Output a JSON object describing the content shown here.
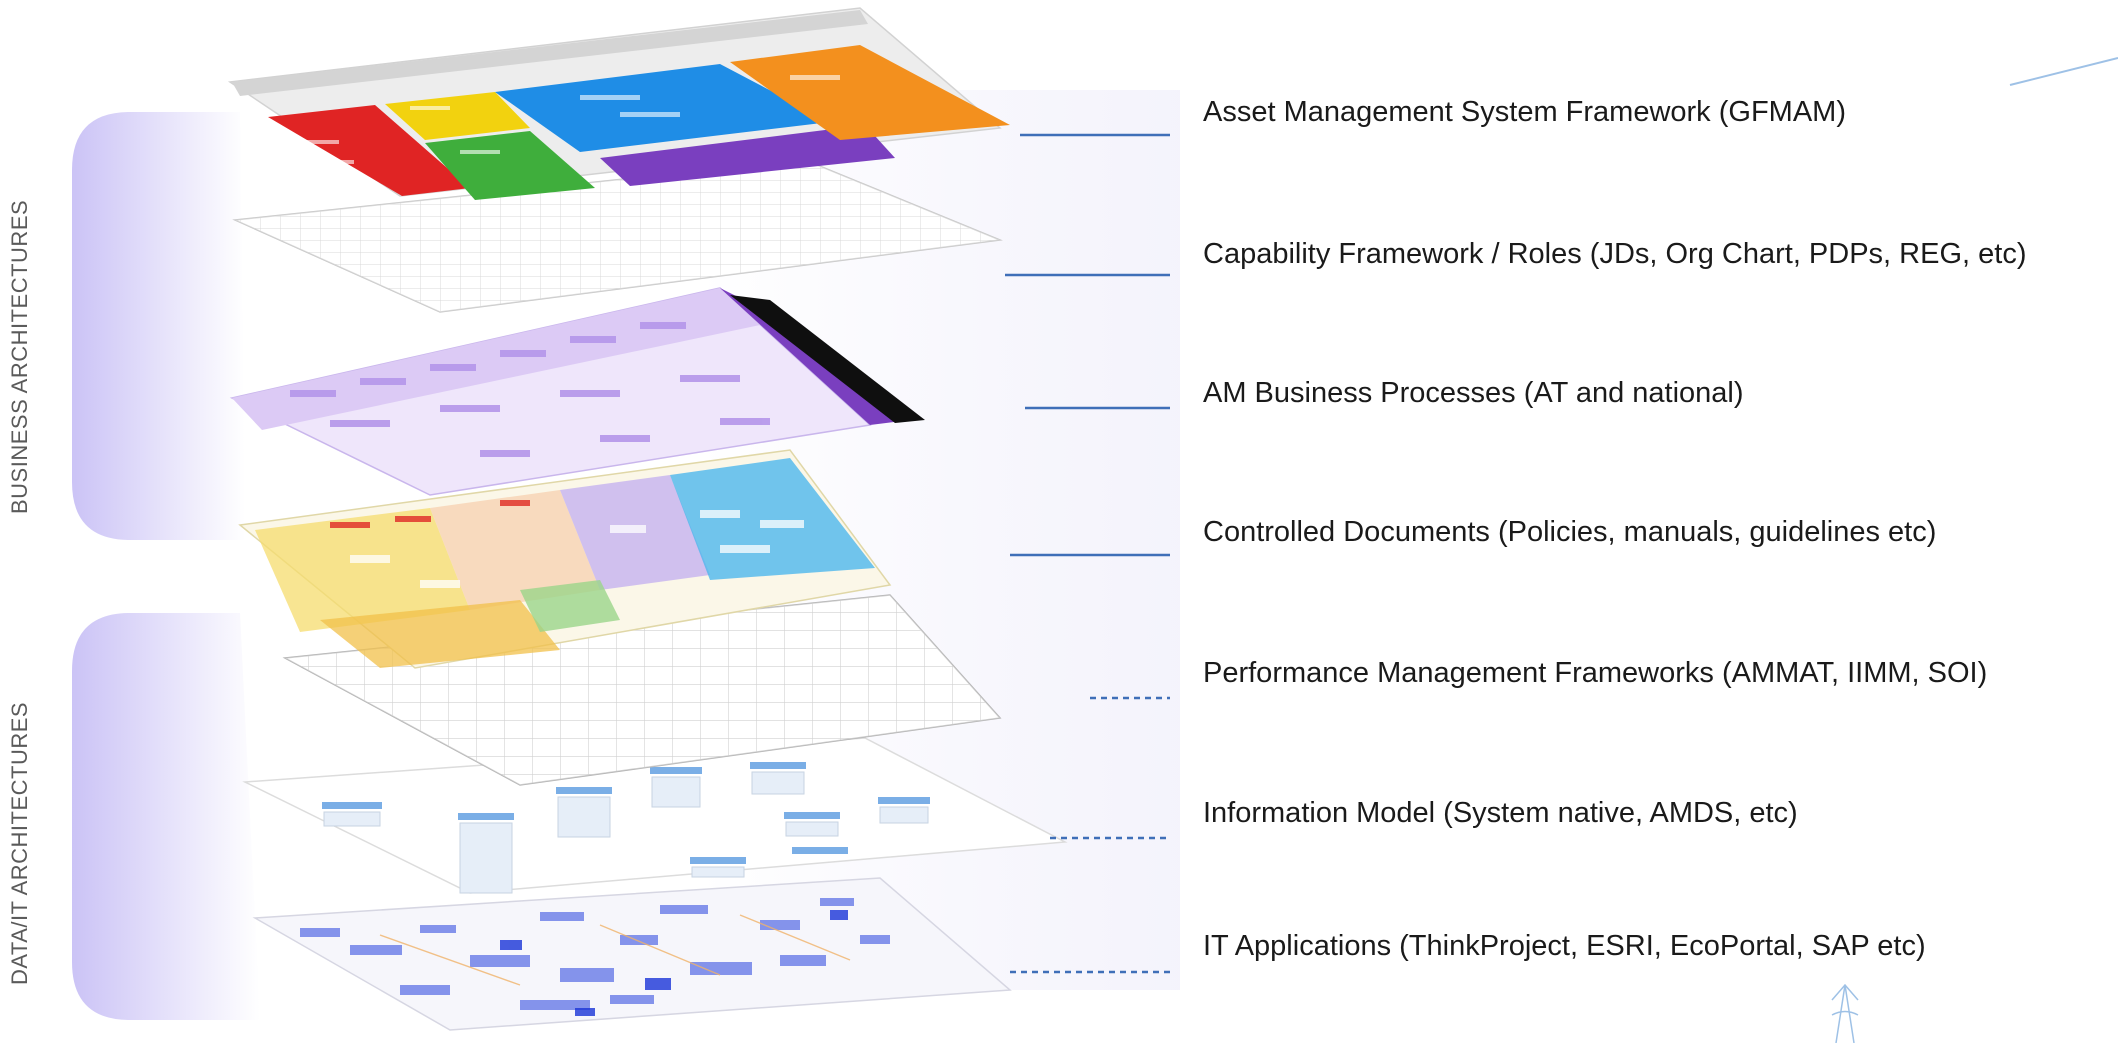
{
  "bracket_labels": {
    "business": "BUSINESS ARCHITECTURES",
    "data_it": "DATA/IT ARCHITECTURES"
  },
  "layers": [
    {
      "label": "Asset Management System Framework (GFMAM)",
      "group": "business",
      "connector": "solid"
    },
    {
      "label": "Capability Framework / Roles (JDs, Org Chart, PDPs, REG, etc)",
      "group": "business",
      "connector": "solid"
    },
    {
      "label": "AM Business Processes (AT and national)",
      "group": "business",
      "connector": "solid"
    },
    {
      "label": "Controlled Documents (Policies, manuals, guidelines etc)",
      "group": "business",
      "connector": "solid"
    },
    {
      "label": "Performance Management Frameworks (AMMAT, IIMM, SOI)",
      "group": "data_it",
      "connector": "dashed"
    },
    {
      "label": "Information Model (System native, AMDS, etc)",
      "group": "data_it",
      "connector": "dashed"
    },
    {
      "label": "IT Applications (ThinkProject, ESRI, EcoPortal, SAP etc)",
      "group": "data_it",
      "connector": "dashed"
    }
  ],
  "colors": {
    "bracket": "#cfc8f7",
    "connector": "#3f6fb8",
    "framework_red": "#e02424",
    "framework_yellow": "#f2d20f",
    "framework_blue": "#1f8de6",
    "framework_orange": "#f3901e",
    "framework_green": "#3fae3c",
    "framework_purple": "#7a3fbf",
    "process_purple": "#c8b0ef",
    "docs_yellow": "#f5dc6e",
    "docs_blue": "#4eb6ec",
    "it_blue": "#5f72e6"
  }
}
